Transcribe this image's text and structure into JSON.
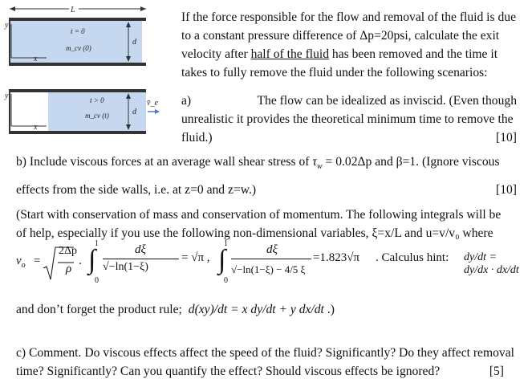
{
  "figure": {
    "top": {
      "length_label": "L",
      "time_label": "t = 0",
      "mass_label": "m_cv (0)",
      "height_label": "d",
      "y_axis": "y",
      "x_axis": "x"
    },
    "bottom": {
      "time_label": "t > 0",
      "mass_label": "m_cv (t)",
      "height_label": "d",
      "velocity_label": "v̄_e",
      "y_axis": "y",
      "x_axis": "x"
    }
  },
  "intro": {
    "line1": "If the force responsible for the flow and removal of the fluid is due",
    "line2": "to a constant pressure difference of Δp=20psi, calculate the exit",
    "line3_pre": "velocity after ",
    "line3_ul": "half of the fluid",
    "line3_post": " has been removed and the time it",
    "line4": "takes to fully remove the fluid under the following scenarios:"
  },
  "part_a": {
    "label": "a)",
    "line1": "The flow can be idealized as inviscid. (Even though",
    "line2": "unrealistic it provides the theoretical minimum time to remove the",
    "line3": "fluid.)",
    "points": "[10]"
  },
  "part_b": {
    "line1_pre": "b) Include viscous forces at an average wall shear stress of",
    "tau": "τ",
    "tau_sub": "w",
    "line1_post": "= 0.02Δp  and  β=1. (Ignore viscous",
    "line2": "effects from the side walls, i.e. at z=0 and z=w.)",
    "points": "[10]"
  },
  "hint": {
    "line1": "(Start with conservation of mass and conservation of momentum. The following integrals will be",
    "line2": "of help, especially if you use the following non-dimensional variables, ξ=x/L and u=v/v₀ where",
    "v0": "v",
    "v0_sub": "o",
    "eq": "=",
    "sqrt_num": "2Δp",
    "sqrt_den": "ρ",
    "integral1_num": "dξ",
    "integral1_den": "√−ln(1−ξ)",
    "integral1_result": "= √π ,",
    "integral2_num": "dξ",
    "integral2_den": "√−ln(1−ξ) − 4/5 ξ",
    "integral2_result": "=1.823√π",
    "calculus_hint": ". Calculus hint:",
    "chain_rule": "dy/dt = dy/dx · dx/dt",
    "line4_pre": "and don’t forget the product rule;",
    "product_rule": "d(xy)/dt = x dy/dt + y dx/dt",
    "line4_post": ".)",
    "limit_upper": "1",
    "limit_lower": "0"
  },
  "part_c": {
    "line1": "c) Comment. Do viscous effects affect the speed of the fluid? Significantly? Do they affect removal",
    "line2": "time? Significantly? Can you quantify the effect? Should viscous effects be ignored?",
    "points": "[5]"
  },
  "colors": {
    "fluid": "#c5d8ef",
    "wall": "#333333",
    "arrow": "#4a80c4"
  }
}
